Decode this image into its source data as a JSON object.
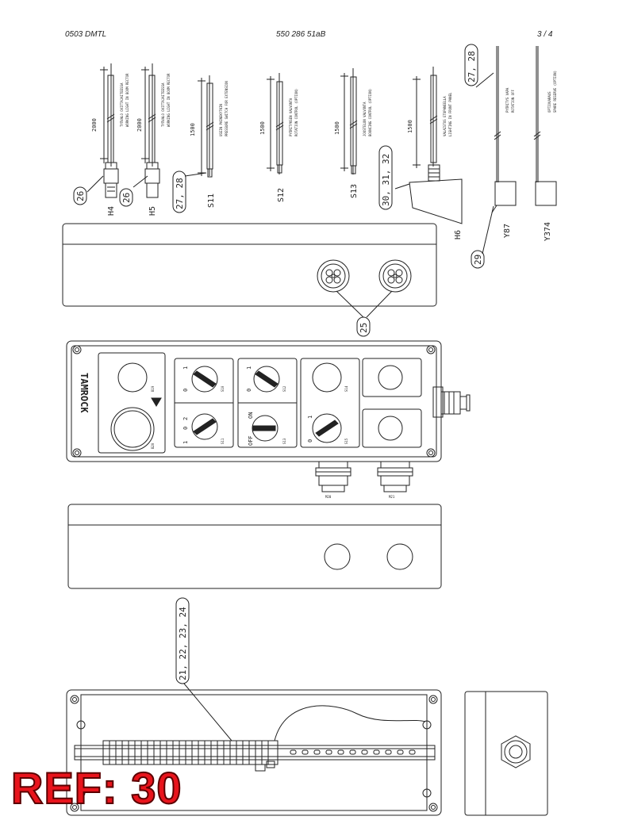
{
  "header": {
    "doc_code": "0503 DMTL",
    "part_number": "550 286 51aB",
    "page": "3 /  4"
  },
  "components": [
    {
      "id": "H4",
      "length": "2000",
      "desc_fi": "TYÖVALO OVITTAJAITEESSA",
      "desc_en": "WORKING LIGHT IN BOOM RECTOR"
    },
    {
      "id": "H5",
      "length": "2000",
      "desc_fi": "TYÖVALO OVITTAJAITEESSA",
      "desc_en": "WORKING LIGHT IN BOOM RECTOR"
    },
    {
      "id": "S11",
      "length": "1500",
      "desc_fi": "USEIN PAINEKYTKIN",
      "desc_en": "PRESSURE SWITCH FOR EXTENSION"
    },
    {
      "id": "S12",
      "length": "1500",
      "desc_fi": "PYÖRITYKSEN VALVONTA",
      "desc_en": "ROTATION CONTROL (OPTION)"
    },
    {
      "id": "S13",
      "length": "1500",
      "desc_fi": "JOUSTELUN VALVONTA",
      "desc_en": "BOUNCING CONTROL (OPTION)"
    },
    {
      "id": "H6",
      "length": "1500",
      "desc_fi": "VALAISTUS ETUPANEELLA",
      "desc_en": "LIGHTING IN FRONT PANEL"
    },
    {
      "id": "Y87",
      "desc_fi": "PYÖRITYS VAPA",
      "desc_en": "ROTATION OFF"
    },
    {
      "id": "Y374",
      "desc_fi": "OPTIOVARAUS",
      "desc_en": "SPARE RESERVE (OPTION)"
    }
  ],
  "callouts": {
    "c26a": "26",
    "c26b": "26",
    "c2728a": "27, 28",
    "c2728b": "27, 28",
    "c303132": "30, 31, 32",
    "c29": "29",
    "c25": "25",
    "c21_24": "21, 22, 23, 24"
  },
  "panel": {
    "brand": "TAMROCK",
    "sw_off": "OFF",
    "sw_on": "ON",
    "pos_0": "0",
    "pos_1": "1",
    "pos_2": "2",
    "small_labels": {
      "b1": "B19",
      "b2": "B20",
      "s1": "S10",
      "s2": "S11",
      "s3": "S12",
      "s4": "S13",
      "s5": "S14",
      "s6": "S15",
      "g1": "M20",
      "g2": "M21"
    }
  },
  "stamp": "REF: 30",
  "colors": {
    "line": "#222222",
    "stamp_red": "#e8141c",
    "panel_fill": "#f2f2f2"
  }
}
